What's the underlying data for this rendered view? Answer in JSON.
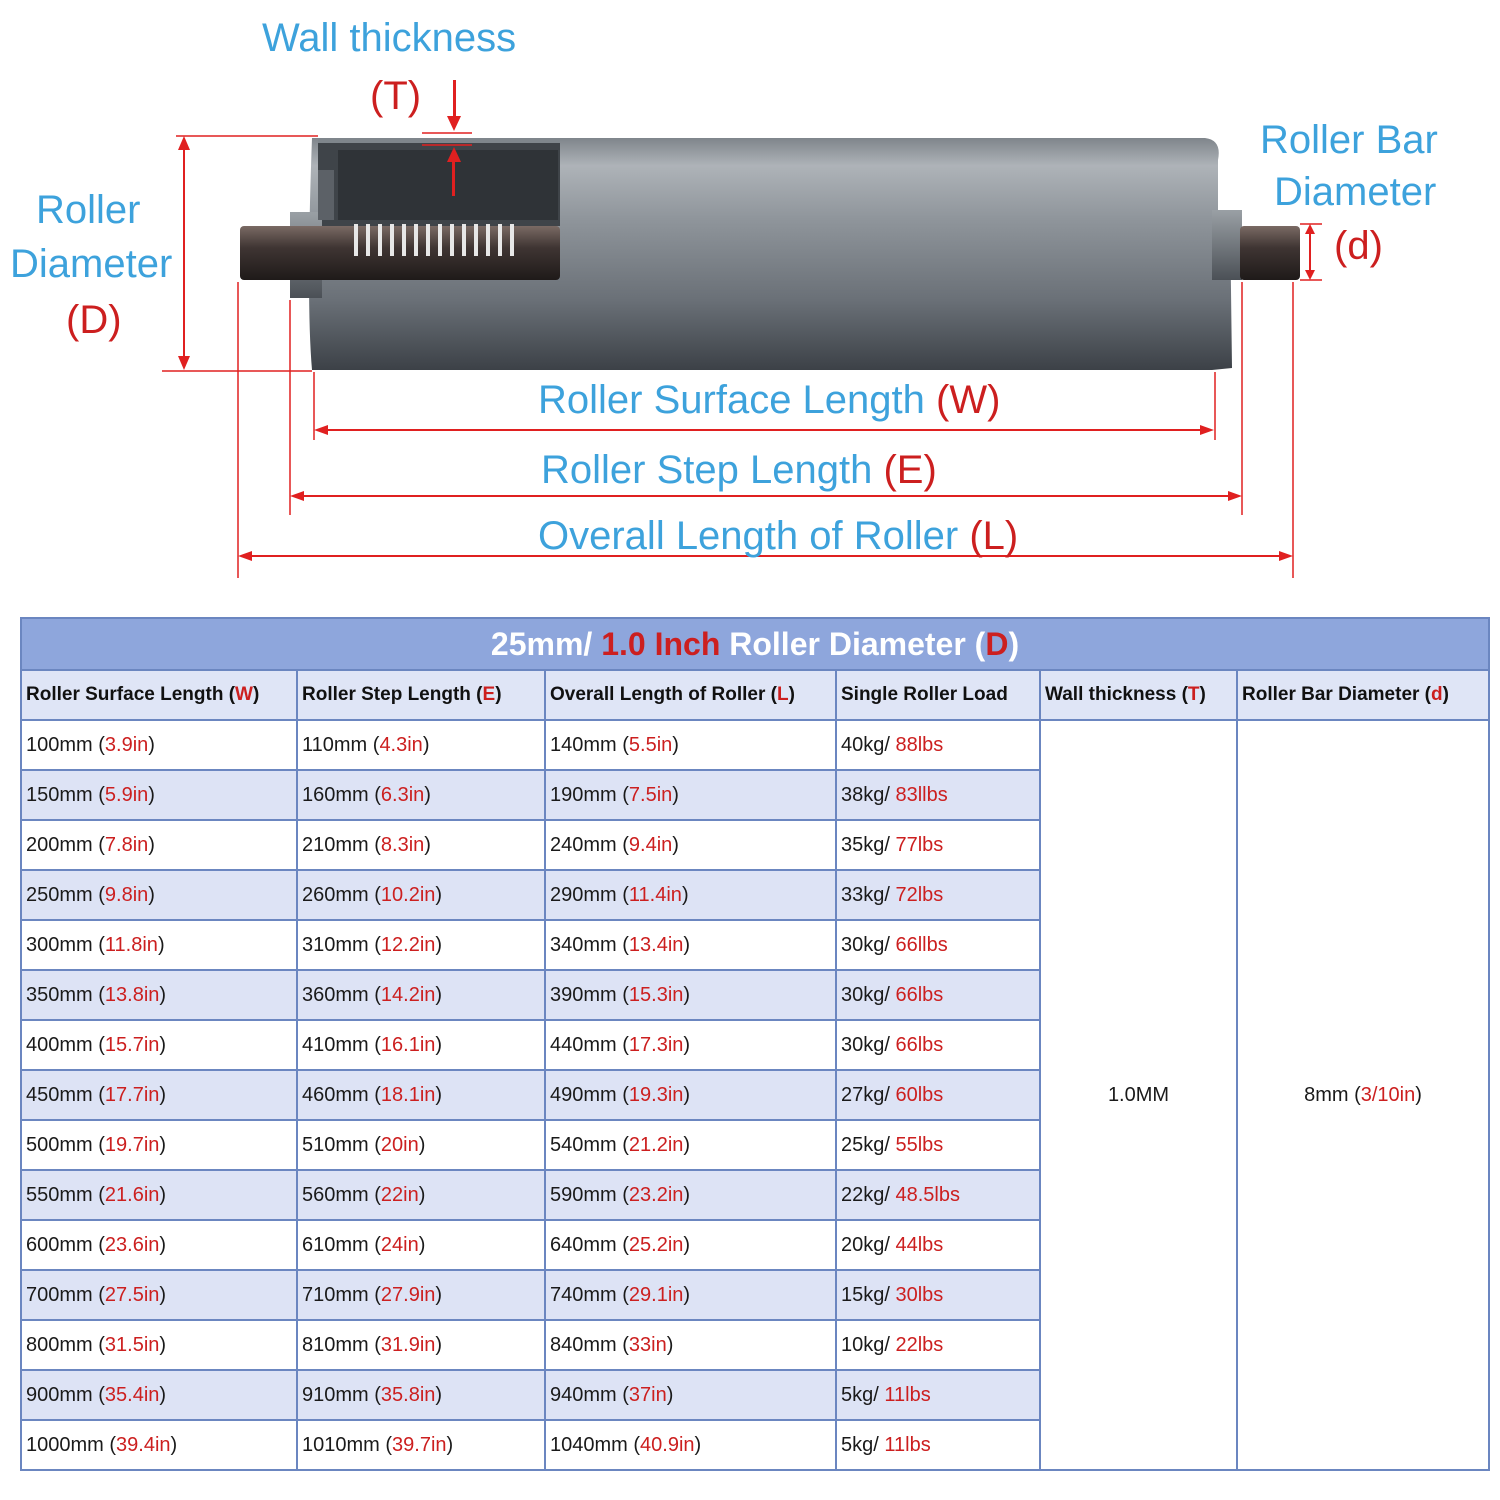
{
  "diagram": {
    "wall_thickness": "Wall thickness",
    "wall_symbol": "(T)",
    "roller_diameter_line1": "Roller",
    "roller_diameter_line2": "Diameter",
    "roller_diameter_symbol": "(D)",
    "roller_bar_line1": "Roller Bar",
    "roller_bar_line2": "Diameter",
    "roller_bar_symbol": "(d)",
    "surface_length": "Roller Surface Length",
    "surface_symbol": "(W)",
    "step_length": "Roller Step Length",
    "step_symbol": "(E)",
    "overall_length": "Overall Length of Roller",
    "overall_symbol": "(L)"
  },
  "table": {
    "title_a": "25mm/ ",
    "title_b": "1.0 Inch",
    "title_c": " Roller Diameter (",
    "title_d": "D",
    "title_e": ")",
    "headers": [
      {
        "text": "Roller Surface Length (",
        "sym": "W"
      },
      {
        "text": "Roller Step Length (",
        "sym": "E"
      },
      {
        "text": "Overall Length of Roller (",
        "sym": "L"
      },
      {
        "text": "Single Roller Load",
        "sym": ""
      },
      {
        "text": "Wall thickness (",
        "sym": "T"
      },
      {
        "text": "Roller Bar Diameter (",
        "sym": "d"
      }
    ],
    "wall_thickness_value": "1.0MM",
    "bar_diameter_mm": "8mm (",
    "bar_diameter_in": "3/10in",
    "rows": [
      {
        "w_mm": "100mm",
        "w_in": "3.9in",
        "e_mm": "110mm",
        "e_in": "4.3in",
        "l_mm": "140mm",
        "l_in": "5.5in",
        "kg": "40kg/ ",
        "lbs": "88lbs"
      },
      {
        "w_mm": "150mm",
        "w_in": "5.9in",
        "e_mm": "160mm",
        "e_in": "6.3in",
        "l_mm": "190mm",
        "l_in": "7.5in",
        "kg": "38kg/ ",
        "lbs": "83llbs"
      },
      {
        "w_mm": "200mm",
        "w_in": "7.8in",
        "e_mm": "210mm",
        "e_in": "8.3in",
        "l_mm": "240mm",
        "l_in": "9.4in",
        "kg": "35kg/ ",
        "lbs": "77lbs"
      },
      {
        "w_mm": "250mm",
        "w_in": "9.8in",
        "e_mm": "260mm",
        "e_in": "10.2in",
        "l_mm": "290mm",
        "l_in": "11.4in",
        "kg": "33kg/ ",
        "lbs": "72lbs"
      },
      {
        "w_mm": "300mm",
        "w_in": "11.8in",
        "e_mm": "310mm",
        "e_in": "12.2in",
        "l_mm": "340mm",
        "l_in": "13.4in",
        "kg": "30kg/ ",
        "lbs": "66llbs"
      },
      {
        "w_mm": "350mm",
        "w_in": "13.8in",
        "e_mm": "360mm",
        "e_in": "14.2in",
        "l_mm": "390mm",
        "l_in": "15.3in",
        "kg": "30kg/ ",
        "lbs": "66lbs"
      },
      {
        "w_mm": "400mm",
        "w_in": "15.7in",
        "e_mm": "410mm",
        "e_in": "16.1in",
        "l_mm": "440mm",
        "l_in": "17.3in",
        "kg": "30kg/ ",
        "lbs": "66lbs"
      },
      {
        "w_mm": "450mm",
        "w_in": "17.7in",
        "e_mm": "460mm",
        "e_in": "18.1in",
        "l_mm": "490mm",
        "l_in": "19.3in",
        "kg": "27kg/ ",
        "lbs": "60lbs"
      },
      {
        "w_mm": "500mm",
        "w_in": "19.7in",
        "e_mm": "510mm",
        "e_in": "20in",
        "l_mm": "540mm",
        "l_in": "21.2in",
        "kg": "25kg/ ",
        "lbs": "55lbs"
      },
      {
        "w_mm": "550mm",
        "w_in": "21.6in",
        "e_mm": "560mm",
        "e_in": "22in",
        "l_mm": "590mm",
        "l_in": "23.2in",
        "kg": "22kg/ ",
        "lbs": "48.5lbs"
      },
      {
        "w_mm": "600mm",
        "w_in": "23.6in",
        "e_mm": "610mm",
        "e_in": "24in",
        "l_mm": "640mm",
        "l_in": "25.2in",
        "kg": "20kg/ ",
        "lbs": "44lbs"
      },
      {
        "w_mm": "700mm",
        "w_in": "27.5in",
        "e_mm": "710mm",
        "e_in": "27.9in",
        "l_mm": "740mm",
        "l_in": "29.1in",
        "kg": "15kg/ ",
        "lbs": "30lbs"
      },
      {
        "w_mm": "800mm",
        "w_in": "31.5in",
        "e_mm": "810mm",
        "e_in": "31.9in",
        "l_mm": "840mm",
        "l_in": "33in",
        "kg": "10kg/ ",
        "lbs": "22lbs"
      },
      {
        "w_mm": "900mm",
        "w_in": "35.4in",
        "e_mm": "910mm",
        "e_in": "35.8in",
        "l_mm": "940mm",
        "l_in": "37in",
        "kg": "5kg/ ",
        "lbs": "11lbs"
      },
      {
        "w_mm": "1000mm",
        "w_in": "39.4in",
        "e_mm": "1010mm",
        "e_in": "39.7in",
        "l_mm": "1040mm",
        "l_in": "40.9in",
        "kg": "5kg/ ",
        "lbs": "11lbs"
      }
    ]
  },
  "colors": {
    "label_blue": "#3da2dc",
    "label_red": "#cc1f1f",
    "header_blue": "#8ea6dc",
    "row_stripe": "#dde3f5",
    "border": "#6b86c0"
  }
}
